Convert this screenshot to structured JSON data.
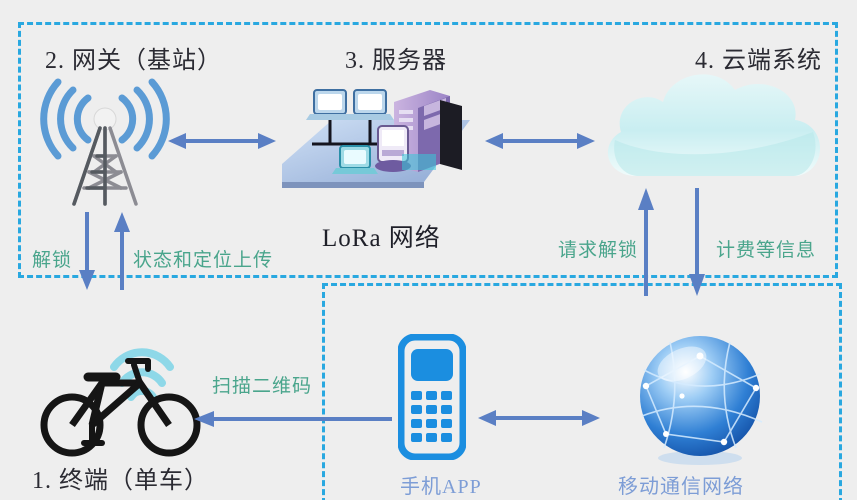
{
  "diagram": {
    "title_nodes": {
      "gateway": "2. 网关（基站）",
      "server": "3. 服务器",
      "cloud": "4. 云端系统",
      "terminal": "1. 终端（单车）"
    },
    "center_caption": "LoRa 网络",
    "flow_labels": {
      "unlock": "解锁",
      "status_upload": "状态和定位上传",
      "scan_qr": "扫描二维码",
      "request_unlock": "请求解锁",
      "billing_info": "计费等信息"
    },
    "bottom_captions": {
      "phone_app": "手机APP",
      "mobile_network": "移动通信网络"
    },
    "icons": {
      "tower": "cell-tower-icon",
      "server": "server-rack-icon",
      "cloud": "cloud-icon",
      "bicycle": "bicycle-icon",
      "phone": "mobile-phone-icon",
      "globe": "globe-network-icon",
      "wifi_bike": "wifi-signal-icon",
      "wifi_tower": "radio-waves-icon"
    },
    "colors": {
      "background": "#eeeeee",
      "dashed_border": "#29a8e0",
      "flow_label": "#4aa58c",
      "caption_blue": "#7d9dd6",
      "arrow": "#5a7fc4",
      "heading": "#2b2b33",
      "phone_blue": "#1b8ee0",
      "cloud_teal": "#bfe9ec"
    },
    "regions": {
      "lora_region": "LoRa 网络",
      "mobile_region": "移动通信网络"
    }
  }
}
